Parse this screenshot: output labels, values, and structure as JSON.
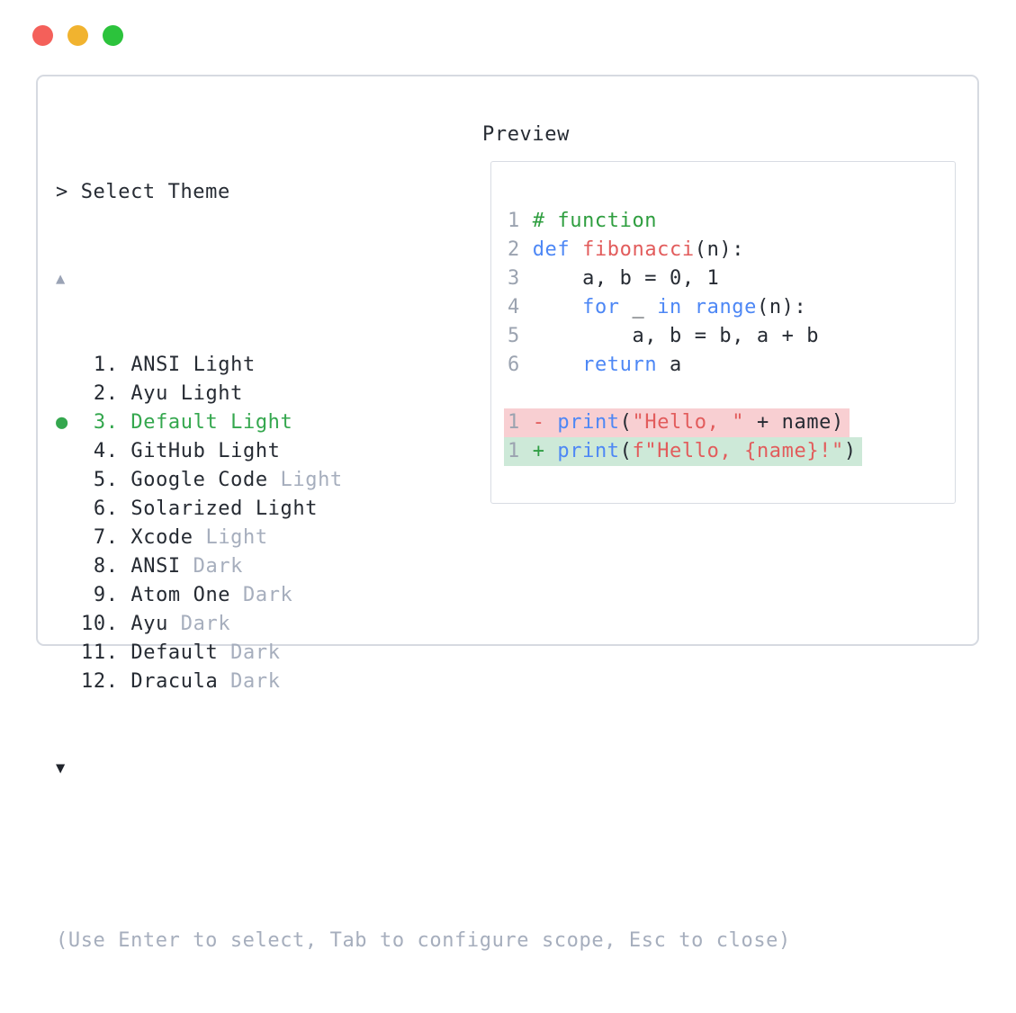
{
  "window": {
    "traffic_lights": [
      {
        "name": "close",
        "color": "#f4605a"
      },
      {
        "name": "minimize",
        "color": "#f1b32f"
      },
      {
        "name": "zoom",
        "color": "#2cc33c"
      }
    ]
  },
  "prompt": {
    "label": "> Select Theme"
  },
  "theme_list": {
    "scroll_up_icon": "▲",
    "scroll_down_icon": "▼",
    "selected_bullet": "●",
    "items": [
      {
        "num": "1.",
        "text": "ANSI Light",
        "muted": "",
        "selected": false
      },
      {
        "num": "2.",
        "text": "Ayu Light",
        "muted": "",
        "selected": false
      },
      {
        "num": "3.",
        "text": "Default Light",
        "muted": "",
        "selected": true
      },
      {
        "num": "4.",
        "text": "GitHub Light",
        "muted": "",
        "selected": false
      },
      {
        "num": "5.",
        "text": "Google Code",
        "muted": "Light",
        "selected": false
      },
      {
        "num": "6.",
        "text": "Solarized Light",
        "muted": "",
        "selected": false
      },
      {
        "num": "7.",
        "text": "Xcode",
        "muted": "Light",
        "selected": false
      },
      {
        "num": "8.",
        "text": "ANSI",
        "muted": "Dark",
        "selected": false
      },
      {
        "num": "9.",
        "text": "Atom One",
        "muted": "Dark",
        "selected": false
      },
      {
        "num": "10.",
        "text": "Ayu",
        "muted": "Dark",
        "selected": false
      },
      {
        "num": "11.",
        "text": "Default",
        "muted": "Dark",
        "selected": false
      },
      {
        "num": "12.",
        "text": "Dracula",
        "muted": "Dark",
        "selected": false
      }
    ]
  },
  "preview": {
    "title": "Preview",
    "code_lines": [
      {
        "num": "1",
        "diff": "",
        "tokens": [
          [
            "com",
            "# function"
          ]
        ]
      },
      {
        "num": "2",
        "diff": "",
        "tokens": [
          [
            "kw",
            "def"
          ],
          [
            "pl",
            " "
          ],
          [
            "fn",
            "fibonacci"
          ],
          [
            "pl",
            "(n):"
          ]
        ]
      },
      {
        "num": "3",
        "diff": "",
        "tokens": [
          [
            "pl",
            "    a, b = 0, 1"
          ]
        ]
      },
      {
        "num": "4",
        "diff": "",
        "tokens": [
          [
            "pl",
            "    "
          ],
          [
            "kw",
            "for"
          ],
          [
            "pl",
            " _ "
          ],
          [
            "kw",
            "in"
          ],
          [
            "pl",
            " "
          ],
          [
            "kw",
            "range"
          ],
          [
            "pl",
            "(n):"
          ]
        ]
      },
      {
        "num": "5",
        "diff": "",
        "tokens": [
          [
            "pl",
            "        a, b = b, a + b"
          ]
        ]
      },
      {
        "num": "6",
        "diff": "",
        "tokens": [
          [
            "pl",
            "    "
          ],
          [
            "kw",
            "return"
          ],
          [
            "pl",
            " a"
          ]
        ]
      },
      {
        "num": "",
        "diff": "",
        "tokens": []
      },
      {
        "num": "1",
        "diff": "del",
        "tokens": [
          [
            "del",
            "- "
          ],
          [
            "kw",
            "print"
          ],
          [
            "pl",
            "("
          ],
          [
            "str",
            "\"Hello, \""
          ],
          [
            "pl",
            " + name)"
          ]
        ]
      },
      {
        "num": "1",
        "diff": "add",
        "tokens": [
          [
            "add",
            "+ "
          ],
          [
            "kw",
            "print"
          ],
          [
            "pl",
            "("
          ],
          [
            "str",
            "f\"Hello, {name}!\""
          ],
          [
            "pl",
            ")"
          ]
        ]
      }
    ]
  },
  "footer": {
    "hint": "(Use Enter to select, Tab to configure scope, Esc to close)"
  },
  "colors": {
    "selected_green": "#34a74e",
    "keyword_blue": "#4d87f5",
    "string_red": "#e25c5c",
    "comment_green": "#2e9e3f",
    "muted_gray": "#a6aebd",
    "text_dark": "#262b33",
    "diff_delete_bg": "#f8cfd2",
    "diff_add_bg": "#cde9d8",
    "panel_border": "#d6dae1"
  }
}
